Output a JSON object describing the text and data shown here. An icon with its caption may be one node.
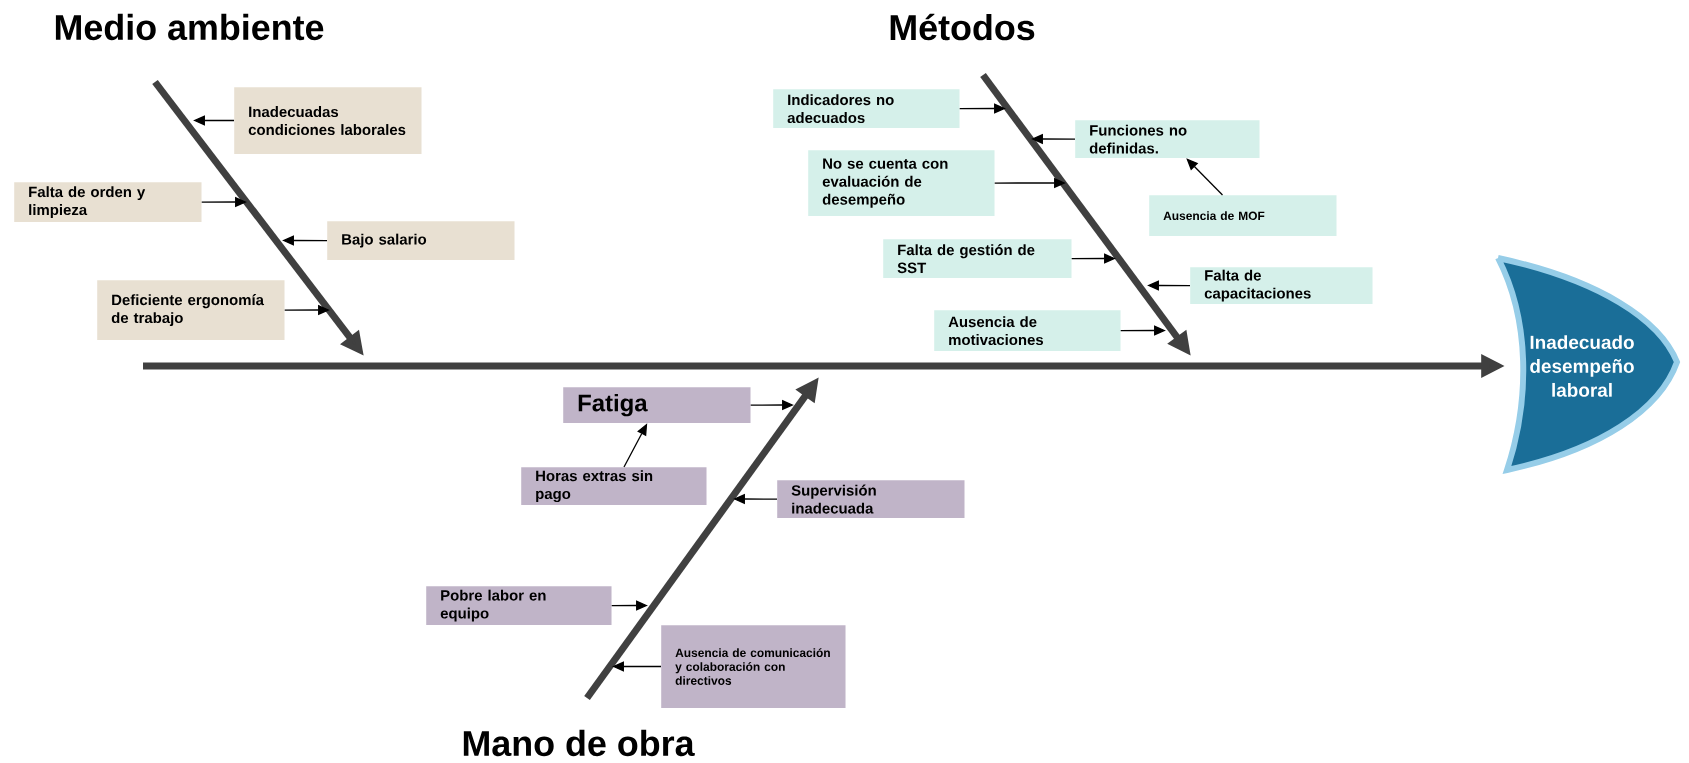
{
  "diagram": {
    "nodes": [
      {
        "text": [
          "Inadecuadas condiciones laborales"
        ]
      },
      {
        "text": [
          "Falta de orden y limpieza"
        ]
      },
      {
        "text": [
          "Bajo salario"
        ]
      },
      {
        "text": [
          "Deficiente ergonomía de trabajo"
        ]
      },
      {
        "text": [
          "Indicadores no adecuados"
        ]
      },
      {
        "text": [
          "Funciones no definidas."
        ]
      },
      {
        "text": [
          "No se cuenta con evaluación de desempeño"
        ]
      },
      {
        "text": [
          "Ausencia de MOF"
        ]
      },
      {
        "text": [
          "Falta de gestión de SST"
        ]
      },
      {
        "text": [
          "Falta de capacitaciones"
        ]
      },
      {
        "text": [
          "Ausencia de motivaciones"
        ]
      },
      {
        "text": [
          "Inadecuado desempeño laboral"
        ]
      },
      {
        "text": [
          "Fatiga"
        ]
      },
      {
        "text": [
          "Horas extras sin pago"
        ]
      },
      {
        "text": [
          "Supervisión inadecuada"
        ]
      },
      {
        "text": [
          "Pobre labor en equipo"
        ]
      },
      {
        "text": [
          "Ausencia de comunicación y colaboración con directivos"
        ]
      }
    ],
    "edges": [
      {
        "from": 0,
        "to": null,
        "arrow": "to"
      },
      {
        "from": 1,
        "to": null,
        "arrow": "to"
      },
      {
        "from": 2,
        "to": null,
        "arrow": "to"
      },
      {
        "from": 3,
        "to": null,
        "arrow": "to"
      },
      {
        "from": 4,
        "to": null,
        "arrow": "to"
      },
      {
        "from": 5,
        "to": null,
        "arrow": "to"
      },
      {
        "from": 6,
        "to": null,
        "arrow": "to"
      },
      {
        "from": 7,
        "to": 5,
        "arrow": "to"
      },
      {
        "from": 8,
        "to": null,
        "arrow": "to"
      },
      {
        "from": 9,
        "to": null,
        "arrow": "to"
      },
      {
        "from": 10,
        "to": null,
        "arrow": "to"
      },
      {
        "from": null,
        "to": 11,
        "arrow": "to",
        "style": "thick",
        "color": "#404040"
      },
      {
        "from": 12,
        "to": null,
        "arrow": "to"
      },
      {
        "from": 13,
        "to": 12,
        "arrow": "to"
      },
      {
        "from": 14,
        "to": null,
        "arrow": "to"
      },
      {
        "from": 15,
        "to": null,
        "arrow": "to"
      },
      {
        "from": 16,
        "to": null,
        "arrow": "to"
      }
    ],
    "labels": [
      "Medio ambiente",
      "Métodos",
      "Mano de obra"
    ]
  }
}
